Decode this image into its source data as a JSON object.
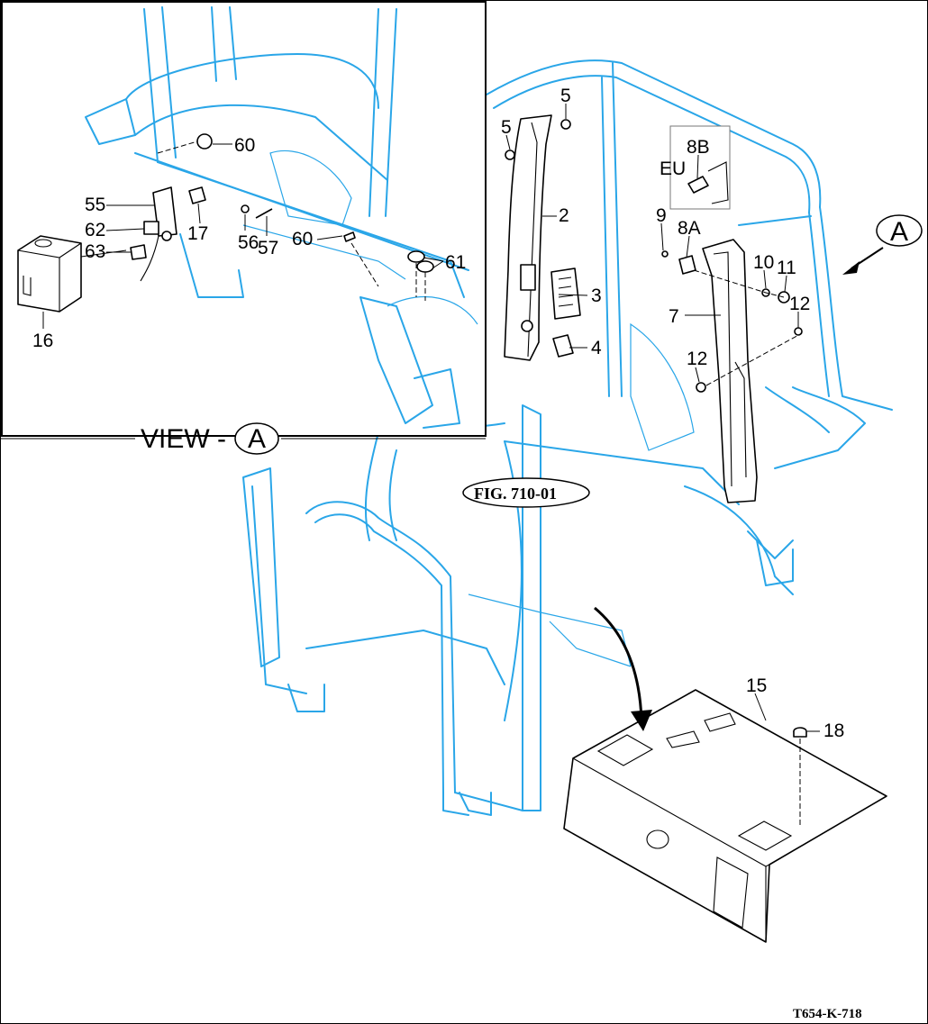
{
  "drawing_number": "T654-K-718",
  "view_label": {
    "prefix": "VIEW -",
    "letter": "A"
  },
  "view_marker": "A",
  "figure_reference": "FIG. 710-01",
  "region_label": "EU",
  "part_callouts": {
    "p2": "2",
    "p3": "3",
    "p4": "4",
    "p5a": "5",
    "p5b": "5",
    "p7": "7",
    "p8a": "8A",
    "p8b": "8B",
    "p9": "9",
    "p10": "10",
    "p11": "11",
    "p12a": "12",
    "p12b": "12",
    "p15": "15",
    "p16": "16",
    "p17": "17",
    "p18": "18",
    "p55": "55",
    "p56": "56",
    "p57": "57",
    "p60a": "60",
    "p60b": "60",
    "p61": "61",
    "p62": "62",
    "p63": "63"
  },
  "colors": {
    "frame_line": "#2aa6e8",
    "part_line": "#000000",
    "background": "#ffffff"
  }
}
